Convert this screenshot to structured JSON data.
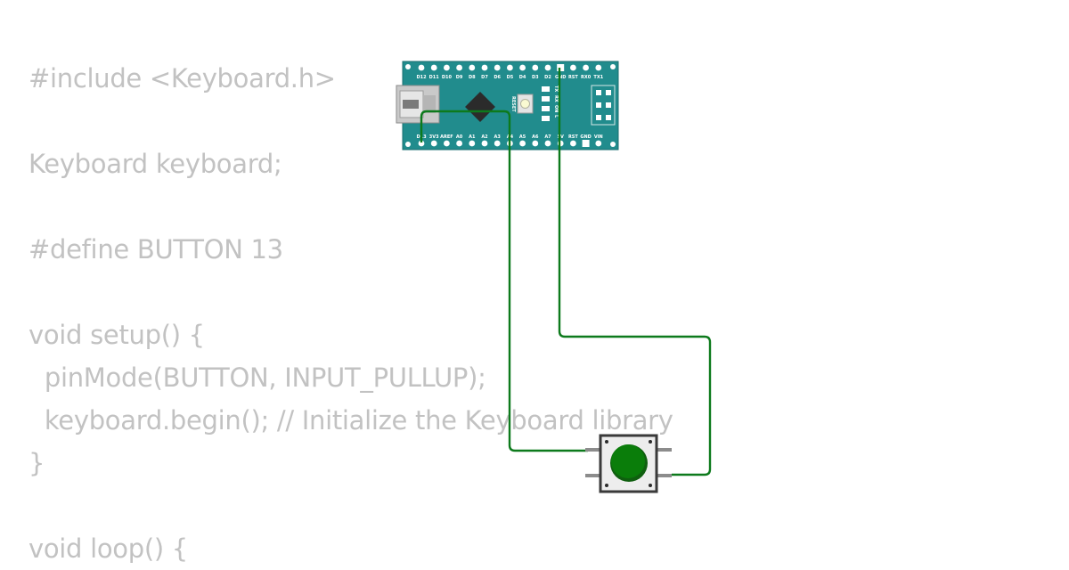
{
  "code_lines": [
    "#include <Keyboard.h>",
    "",
    "Keyboard keyboard;",
    "",
    "#define BUTTON 13",
    "",
    "void setup() {",
    "  pinMode(BUTTON, INPUT_PULLUP);",
    "  keyboard.begin(); // Initialize the Keyboard library",
    "}",
    "",
    "void loop() {"
  ],
  "board": {
    "top_pin_labels": [
      "D12",
      "D11",
      "D10",
      "D9",
      "D8",
      "D7",
      "D6",
      "D5",
      "D4",
      "D3",
      "D2",
      "GND",
      "RST",
      "RX0",
      "TX1"
    ],
    "bottom_pin_labels": [
      "D13",
      "3V3",
      "AREF",
      "A0",
      "A1",
      "A2",
      "A3",
      "A4",
      "A5",
      "A6",
      "A7",
      "5V",
      "RST",
      "GND",
      "VIN"
    ],
    "reset_label": "RESET",
    "led_labels": [
      "TX",
      "RX",
      "ON",
      "L"
    ]
  },
  "colors": {
    "code_text": "#c2c2c2",
    "board": "#218c8d",
    "wire": "#0d7a1c",
    "button_cap": "#0a7d0a"
  }
}
